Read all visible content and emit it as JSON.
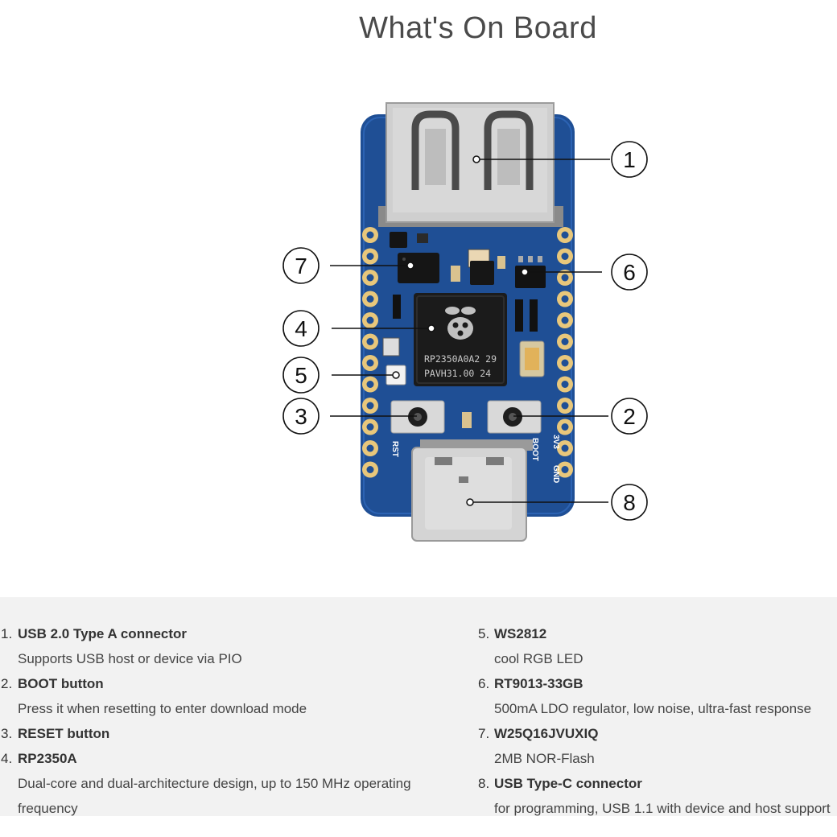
{
  "title": "What's On Board",
  "callouts": [
    "1",
    "2",
    "3",
    "4",
    "5",
    "6",
    "7",
    "8"
  ],
  "board": {
    "chip_line1": "RP2350A0A2 29",
    "chip_line2": "PAVH31.00   24",
    "pin_labels": {
      "rst": "RST",
      "boot": "BOOT",
      "v3": "3V3",
      "gnd": "GND"
    }
  },
  "colors": {
    "pcb": "#1f4f95",
    "pad": "#e8c77b",
    "panel": "#f2f2f2"
  },
  "features": {
    "left": [
      {
        "num": "1.",
        "name": "USB 2.0 Type A connector",
        "desc": [
          "Supports USB host or device via PIO"
        ]
      },
      {
        "num": "2.",
        "name": "BOOT button",
        "desc": [
          "Press it when resetting to enter download mode"
        ]
      },
      {
        "num": "3.",
        "name": "RESET button",
        "desc": []
      },
      {
        "num": "4.",
        "name": "RP2350A",
        "desc": [
          "Dual-core and dual-architecture design, up to 150 MHz operating",
          "frequency"
        ]
      }
    ],
    "right": [
      {
        "num": "5.",
        "name": "WS2812",
        "desc": [
          "cool RGB LED"
        ]
      },
      {
        "num": "6.",
        "name": "RT9013-33GB",
        "desc": [
          "500mA LDO regulator, low noise, ultra-fast response"
        ]
      },
      {
        "num": "7.",
        "name": "W25Q16JVUXIQ",
        "desc": [
          "2MB NOR-Flash"
        ]
      },
      {
        "num": "8.",
        "name": "USB Type-C connector",
        "desc": [
          "for programming, USB 1.1 with device and host support"
        ]
      }
    ]
  }
}
